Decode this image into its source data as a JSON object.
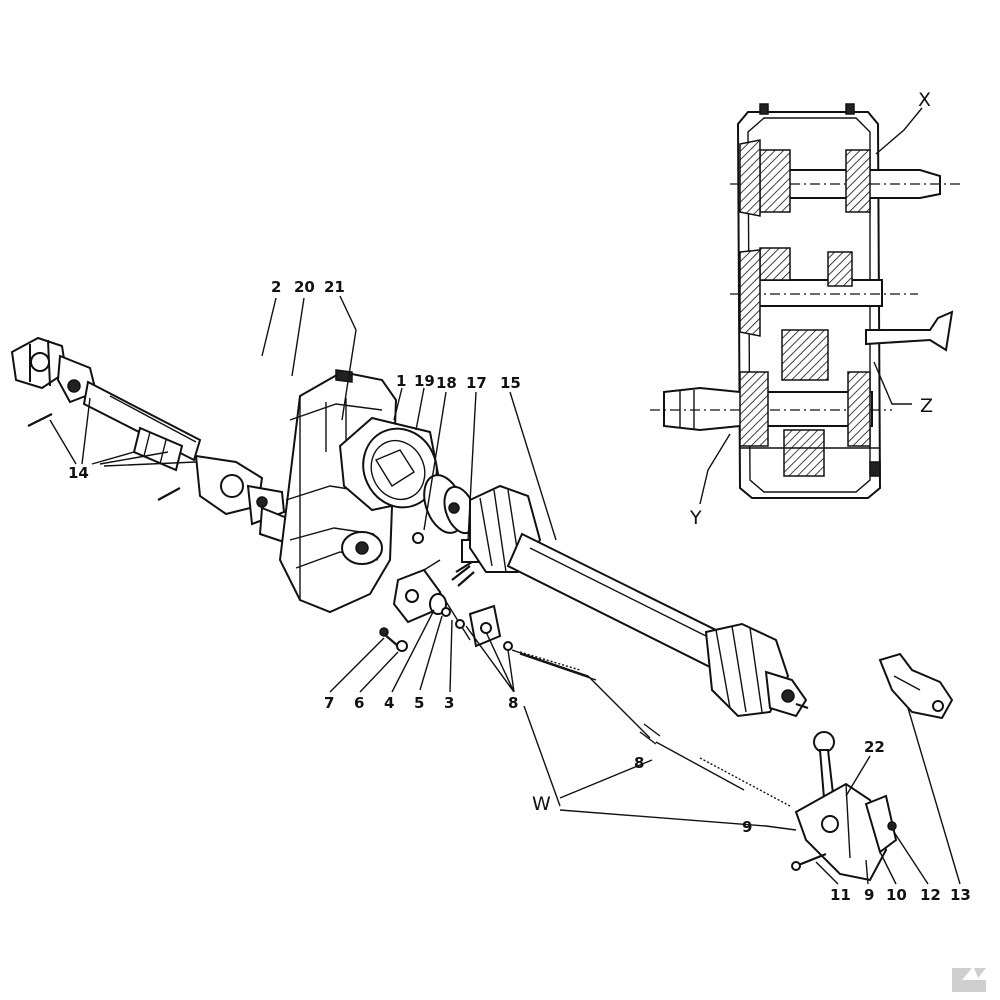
{
  "diagram": {
    "part_numbers": {
      "p1": "1",
      "p2": "2",
      "p3": "3",
      "p4": "4",
      "p5": "5",
      "p6": "6",
      "p7": "7",
      "p8a": "8",
      "p8b": "8",
      "p9a": "9",
      "p9b": "9",
      "p10": "10",
      "p11": "11",
      "p12": "12",
      "p13": "13",
      "p14": "14",
      "p15": "15",
      "p17": "17",
      "p18": "18",
      "p19": "19",
      "p20": "20",
      "p21": "21",
      "p22": "22"
    },
    "detail_letters": {
      "w": "W",
      "x": "X",
      "y": "Y",
      "z": "Z"
    }
  },
  "colors": {
    "ink": "#111111",
    "paper": "#ffffff",
    "shade": "#222222"
  },
  "icons": {
    "corner_logo": "k-logo-icon"
  }
}
